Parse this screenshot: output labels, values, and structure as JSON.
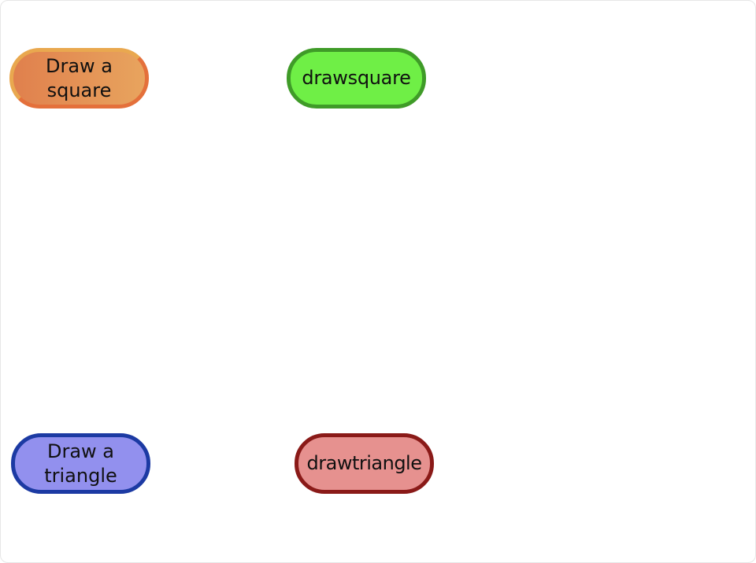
{
  "blocks": [
    {
      "label": "Draw a square",
      "fill": "#e8a45e",
      "border": "#e4703b"
    },
    {
      "label": "drawsquare",
      "fill": "#6fef46",
      "border": "#3f9b28"
    },
    {
      "label": "Draw a triangle",
      "fill": "#9290ee",
      "border": "#1c3aa3"
    },
    {
      "label": "drawtriangle",
      "fill": "#e6918f",
      "border": "#8a1a18"
    }
  ]
}
